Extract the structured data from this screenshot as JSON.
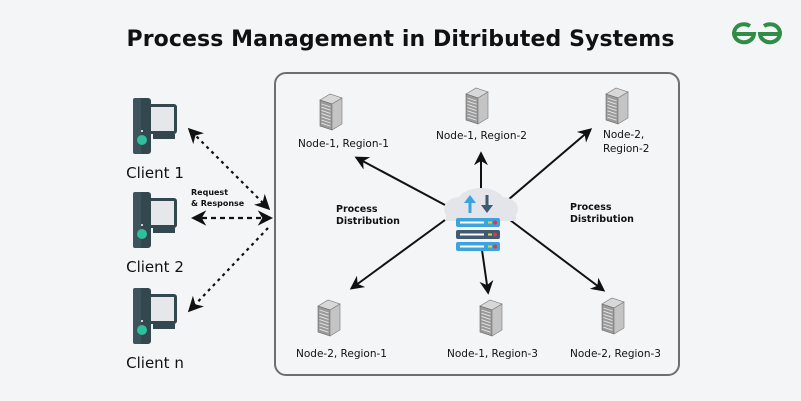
{
  "title": "Process Management in Ditributed Systems",
  "logo": {
    "name": "geeksforgeeks-logo",
    "color": "#2f8d46"
  },
  "clients": [
    {
      "label": "Client 1"
    },
    {
      "label": "Client 2"
    },
    {
      "label": "Client n"
    }
  ],
  "request_response_label": [
    "Request",
    "& Response"
  ],
  "process_distribution_label": [
    "Process",
    "Distribution"
  ],
  "nodes": [
    {
      "label": "Node-1, Region-1"
    },
    {
      "label": "Node-1, Region-2"
    },
    {
      "label_lines": [
        "Node-2,",
        "Region-2"
      ]
    },
    {
      "label": "Node-2, Region-1"
    },
    {
      "label": "Node-1, Region-3"
    },
    {
      "label": "Node-2, Region-3"
    }
  ],
  "colors": {
    "client_dark": "#33474f",
    "client_screen": "#e6e7ea",
    "client_led": "#2fbf9c",
    "server_blue": "#3aa3e0",
    "server_dark": "#3f5a72",
    "cloud": "#e3e5ea",
    "arrow": "#111111",
    "frame": "#6e6e6e"
  }
}
